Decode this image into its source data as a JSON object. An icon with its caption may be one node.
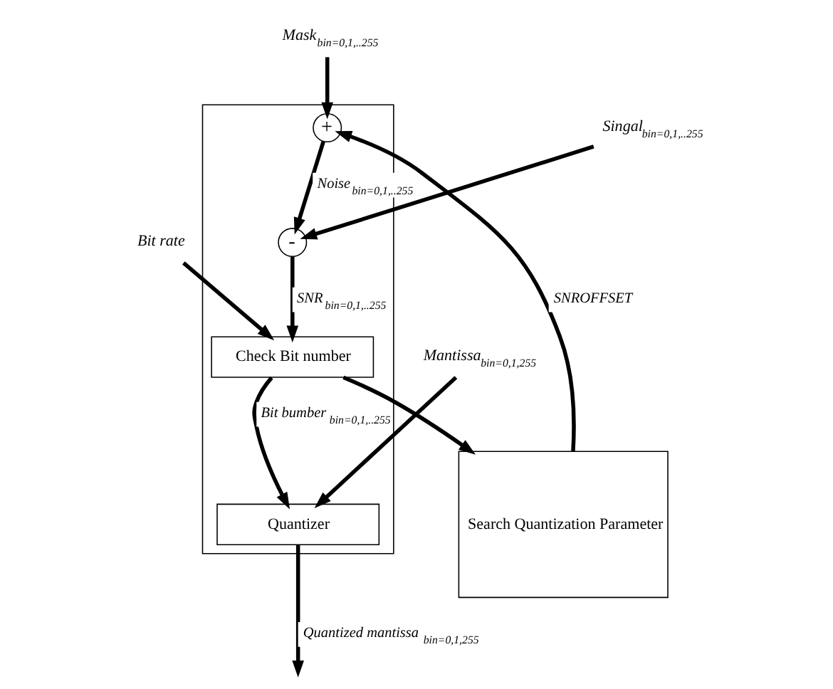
{
  "diagram": {
    "nodes": [
      {
        "text": [],
        "shape": "box"
      },
      {
        "text": [
          "+"
        ],
        "in": 0
      },
      {
        "text": [
          "-"
        ],
        "in": 0
      },
      {
        "text": [
          "Check Bit number"
        ],
        "in": 0
      },
      {
        "text": [
          "Quantizer"
        ],
        "in": 0
      },
      {
        "text": [
          "Search Quantization Parameter"
        ]
      },
      {
        "text": [
          "Singal$_{bin=0,1,..255}$"
        ]
      },
      {
        "text": [
          "Mask$_{bin=0,1,..255}$"
        ]
      },
      {
        "text": [
          "Bit rate"
        ]
      },
      {
        "text": [
          "Mantissa$_{bin=0,1,255}$"
        ]
      }
    ],
    "edges": [
      {
        "from": 7,
        "to": 1,
        "arrow": "to"
      },
      {
        "from": 5,
        "to": 1,
        "arrow": "to",
        "label": "SNROFFSET"
      },
      {
        "from": 1,
        "to": 2,
        "arrow": "to",
        "label": "Noise$_{bin=0,1,..255}$"
      },
      {
        "from": 6,
        "to": 2,
        "arrow": "to"
      },
      {
        "from": 2,
        "to": 3,
        "arrow": "to",
        "label": "SNR$_{bin=0,1,..255}$"
      },
      {
        "from": 8,
        "to": 3,
        "arrow": "to"
      },
      {
        "from": 3,
        "to": 5,
        "arrow": "to"
      },
      {
        "from": 3,
        "to": 4,
        "arrow": "to",
        "label": "Bit bumber$_{bin=0,1,..255}$"
      },
      {
        "from": 9,
        "to": 4,
        "arrow": "to"
      },
      {
        "from": 4,
        "to": null,
        "arrow": "to",
        "label": "Quantized mantissa$_{bin=0,1,255}$"
      }
    ]
  }
}
